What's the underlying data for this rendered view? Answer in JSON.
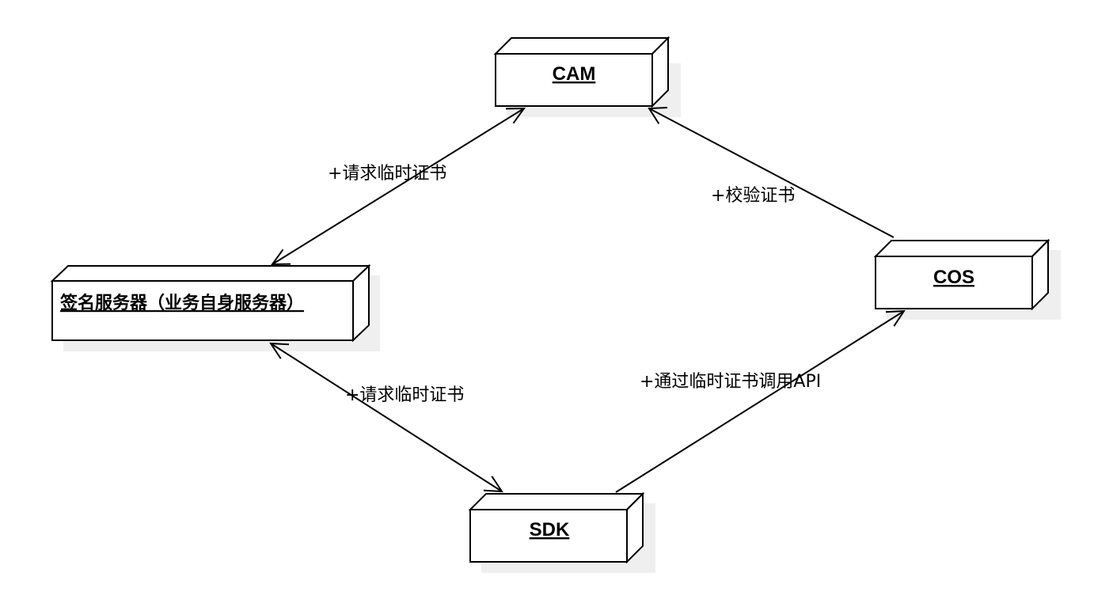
{
  "nodes": {
    "cam": {
      "label": "CAM"
    },
    "signing_server": {
      "label": "签名服务器（业务自身服务器）"
    },
    "cos": {
      "label": "COS"
    },
    "sdk": {
      "label": "SDK"
    }
  },
  "edges": {
    "signing_to_cam": {
      "label": "+请求临时证书"
    },
    "cos_to_cam": {
      "label": "+校验证书"
    },
    "sdk_to_signing": {
      "label": "+请求临时证书"
    },
    "sdk_to_cos": {
      "label": "+通过临时证书调用API"
    }
  }
}
